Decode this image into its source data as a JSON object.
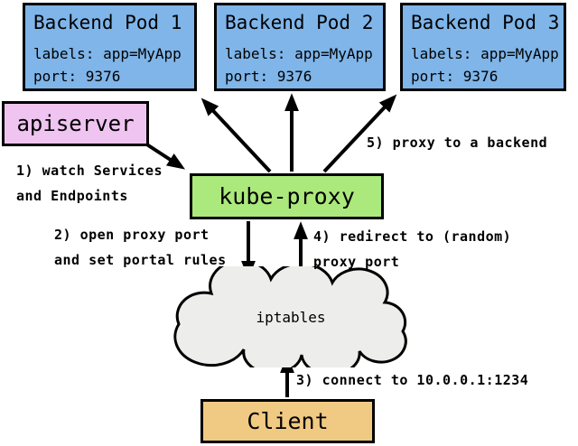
{
  "colors": {
    "pod_fill": "#7FB5E9",
    "apiserver_fill": "#EFC4F0",
    "kube_proxy_fill": "#ACE97D",
    "client_fill": "#F0C983",
    "cloud_fill": "#EDEDEB",
    "outline": "#000000"
  },
  "pods": [
    {
      "title": "Backend Pod 1",
      "labels_line": "labels: app=MyApp",
      "port_line": "port: 9376"
    },
    {
      "title": "Backend Pod 2",
      "labels_line": "labels: app=MyApp",
      "port_line": "port: 9376"
    },
    {
      "title": "Backend Pod 3",
      "labels_line": "labels: app=MyApp",
      "port_line": "port: 9376"
    }
  ],
  "nodes": {
    "apiserver": "apiserver",
    "kube_proxy": "kube-proxy",
    "iptables": "iptables",
    "client": "Client"
  },
  "annotations": {
    "step1": "1) watch Services\nand Endpoints",
    "step2": "2) open proxy port\nand set portal rules",
    "step3": "3) connect to 10.0.0.1:1234",
    "step4": "4) redirect to (random)\nproxy port",
    "step5": "5) proxy to a backend"
  }
}
